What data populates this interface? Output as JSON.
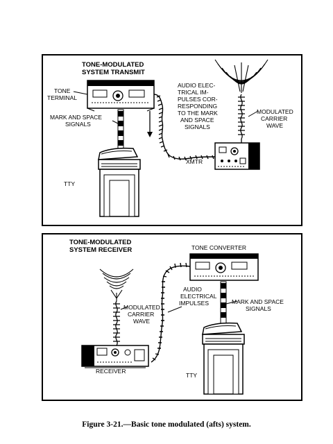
{
  "transmit": {
    "title_line1": "TONE-MODULATED",
    "title_line2": "SYSTEM TRANSMIT",
    "tone_terminal": [
      "TONE",
      "TERMINAL"
    ],
    "mark_space": [
      "MARK AND SPACE",
      "SIGNALS"
    ],
    "audio": [
      "AUDIO ELEC-",
      "TRICAL IM-",
      "PULSES COR-",
      "RESPONDING",
      "TO THE MARK",
      "AND SPACE",
      "SIGNALS"
    ],
    "modulated": [
      "MODULATED",
      "CARRIER",
      "WAVE"
    ],
    "xmtr": "XMTR",
    "tty": "TTY"
  },
  "receiver": {
    "title_line1": "TONE-MODULATED",
    "title_line2": "SYSTEM RECEIVER",
    "tone_converter": "TONE CONVERTER",
    "audio": [
      "AUDIO",
      "ELECTRICAL",
      "IMPULSES"
    ],
    "modulated": [
      "MODULATED",
      "CARRIER",
      "WAVE"
    ],
    "mark_space": [
      "MARK AND SPACE",
      "SIGNALS"
    ],
    "receiver_label": "RECEIVER",
    "tty": "TTY"
  },
  "caption": "Figure 3-21.—Basic tone modulated (afts) system."
}
